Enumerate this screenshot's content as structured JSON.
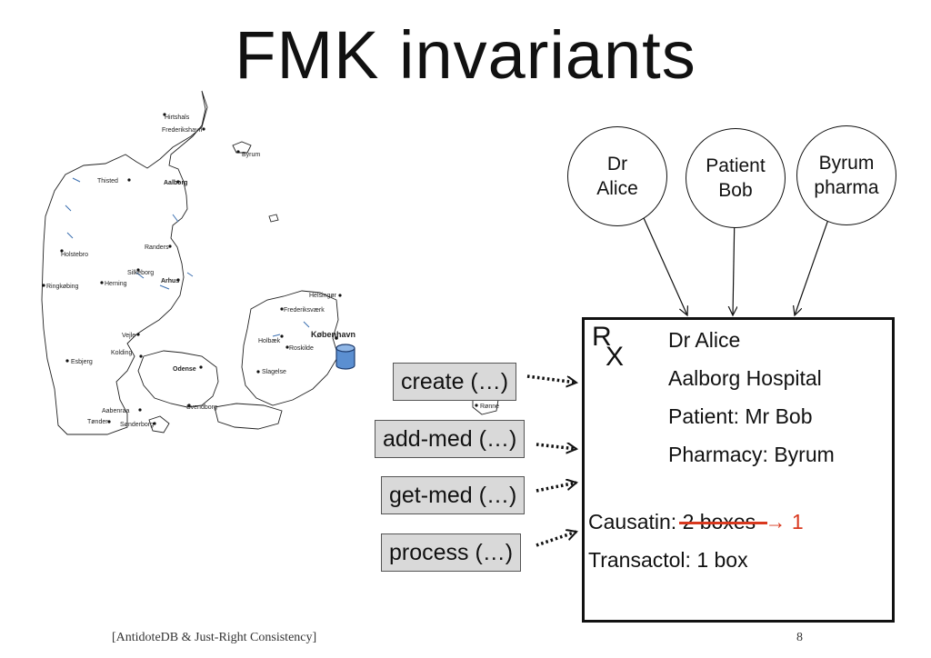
{
  "slide": {
    "title": "FMK invariants",
    "footer_citation": "[AntidoteDB & Just-Right Consistency]",
    "page_number": "8"
  },
  "actors": [
    {
      "label": "Dr\nAlice"
    },
    {
      "label": "Patient\nBob"
    },
    {
      "label": "Byrum\npharma"
    }
  ],
  "operations": [
    {
      "label": "create (…)"
    },
    {
      "label": "add-med (…)"
    },
    {
      "label": "get-med (…)"
    },
    {
      "label": "process (…)"
    }
  ],
  "prescription": {
    "rx_r": "R",
    "rx_x": "X",
    "doctor": "Dr Alice",
    "hospital": "Aalborg Hospital",
    "patient": "Patient: Mr Bob",
    "pharmacy": "Pharmacy: Byrum",
    "medications": [
      {
        "name": "Causatin:",
        "old_qty": "2 boxes",
        "arrow": "→",
        "new_qty": "1"
      },
      {
        "name": "Transactol:",
        "qty": "1 box"
      }
    ]
  },
  "map": {
    "cities": [
      "Hirtshals",
      "Frederikshavn",
      "Byrum",
      "Thisted",
      "Aalborg",
      "Randers",
      "Holstebro",
      "Silkeborg",
      "Arhus",
      "Herning",
      "Ringkøbing",
      "Helsingør",
      "Frederiksværk",
      "København",
      "Holbæk",
      "Roskilde",
      "Vejle",
      "Kolding",
      "Odense",
      "Slagelse",
      "Esbjerg",
      "Svendborg",
      "Rønne",
      "Aabenraa",
      "Tønder",
      "Sønderborg"
    ],
    "database_icon": "database-icon"
  },
  "colors": {
    "strike": "#d9381e",
    "change": "#d9381e",
    "db_fill": "#5b8fd1",
    "op_fill": "#d9d9d9"
  }
}
